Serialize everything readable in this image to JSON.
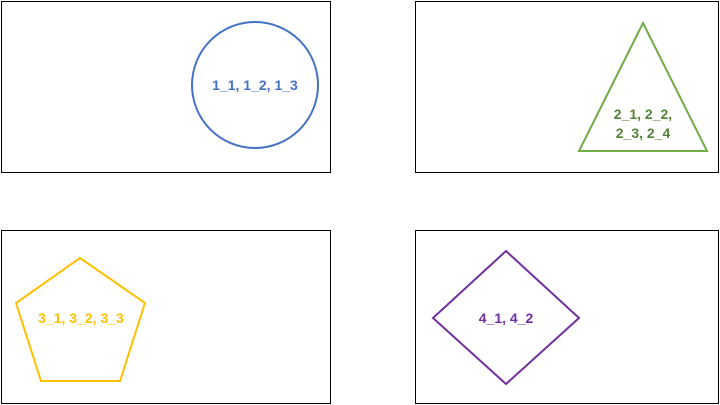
{
  "shapes": [
    {
      "id": "circle",
      "label_lines": [
        "1_1, 1_2, 1_3"
      ],
      "color": "#4472C4"
    },
    {
      "id": "triangle",
      "label_lines": [
        "2_1, 2_2,",
        "2_3, 2_4"
      ],
      "color": "#70AD47",
      "text_color": "#548235"
    },
    {
      "id": "pentagon",
      "label_lines": [
        "3_1, 3_2, 3_3"
      ],
      "color": "#FFC000"
    },
    {
      "id": "diamond",
      "label_lines": [
        "4_1, 4_2"
      ],
      "color": "#7030A0"
    }
  ]
}
